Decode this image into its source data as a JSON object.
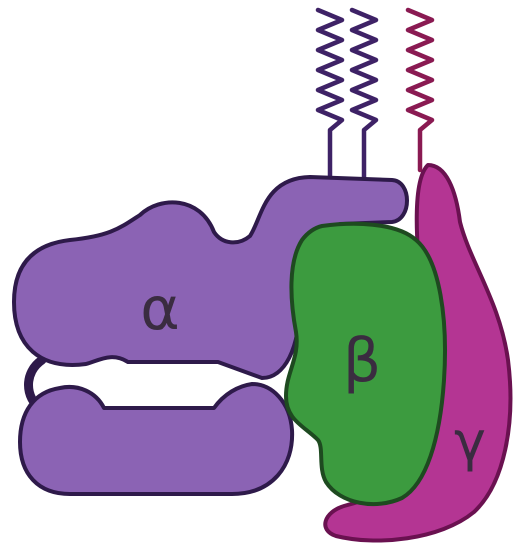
{
  "subunits": {
    "alpha": {
      "label": "α",
      "fill": "#8b63b4",
      "stroke": "#2e1a4a"
    },
    "beta": {
      "label": "β",
      "fill": "#3c9b3f",
      "stroke": "#1e4a20"
    },
    "gamma": {
      "label": "γ",
      "fill": "#b43593",
      "stroke": "#6a1150"
    }
  },
  "lipid_anchors": {
    "alpha_color": "#3e2266",
    "gamma_color": "#8a1a52"
  },
  "label_color": "#3a2c40"
}
